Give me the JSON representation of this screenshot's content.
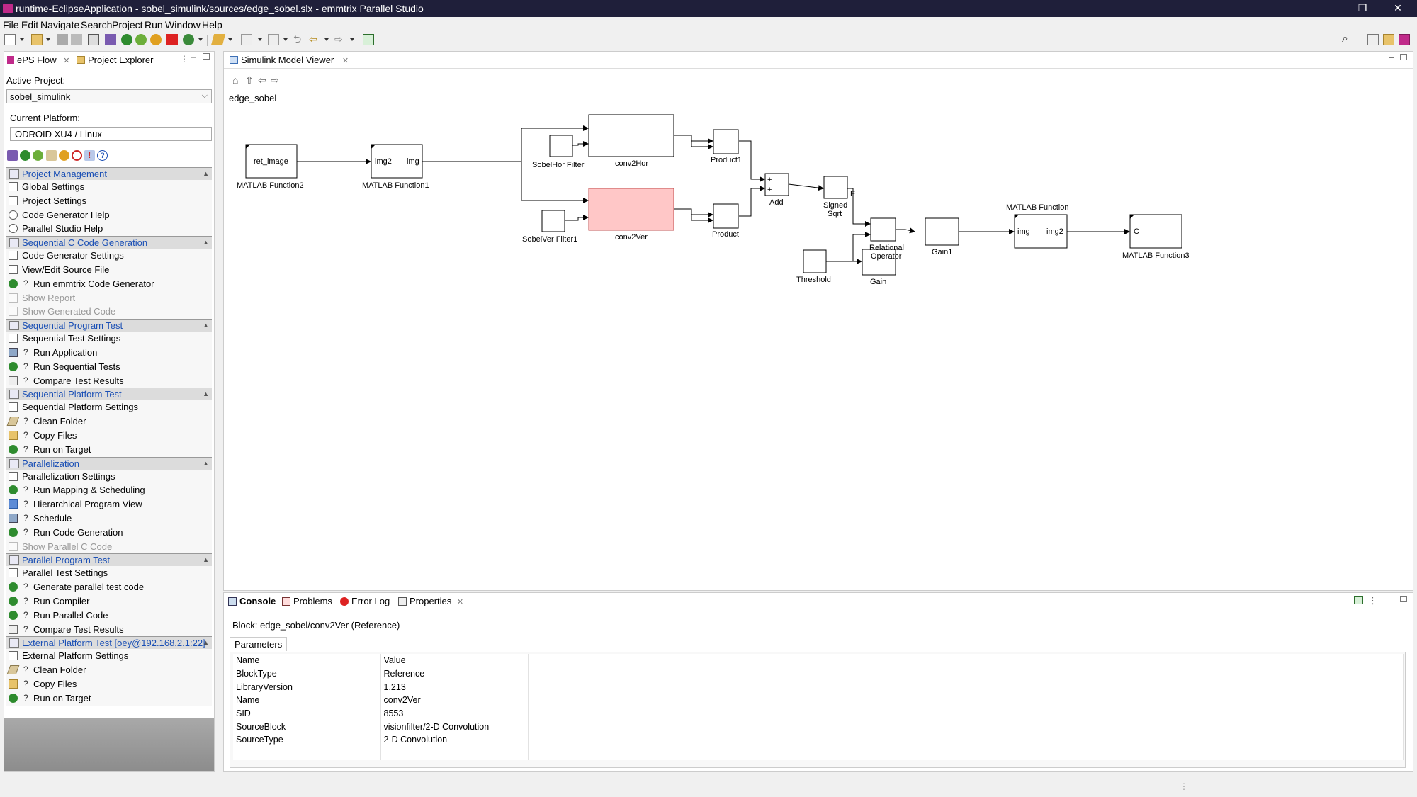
{
  "window": {
    "title": "runtime-EclipseApplication - sobel_simulink/sources/edge_sobel.slx - emmtrix Parallel Studio",
    "controls": [
      "–",
      "❐",
      "✕"
    ]
  },
  "menu": [
    "File",
    "Edit",
    "Navigate",
    "Search",
    "Project",
    "Run",
    "Window",
    "Help"
  ],
  "left_panel": {
    "tabs": [
      "ePS Flow",
      "Project Explorer"
    ],
    "active_project_label": "Active Project:",
    "active_project_value": "sobel_simulink",
    "current_platform_label": "Current Platform:",
    "current_platform_value": "ODROID XU4 / Linux",
    "sections": [
      {
        "title": "Project Management",
        "items": [
          {
            "label": "Global Settings",
            "icon": "settings-doc-icon",
            "q": false,
            "disabled": false
          },
          {
            "label": "Project Settings",
            "icon": "settings-doc-icon",
            "q": false,
            "disabled": false
          },
          {
            "label": "Code Generator Help",
            "icon": "help-icon",
            "q": false,
            "disabled": false
          },
          {
            "label": "Parallel Studio Help",
            "icon": "help-icon",
            "q": false,
            "disabled": false
          }
        ]
      },
      {
        "title": "Sequential C Code Generation",
        "items": [
          {
            "label": "Code Generator Settings",
            "icon": "settings-doc-icon",
            "q": false,
            "disabled": false
          },
          {
            "label": "View/Edit Source File",
            "icon": "edit-doc-icon",
            "q": false,
            "disabled": false
          },
          {
            "label": "Run emmtrix Code Generator",
            "icon": "run-icon",
            "q": true,
            "disabled": false
          },
          {
            "label": "Show Report",
            "icon": "report-icon",
            "q": false,
            "disabled": true
          },
          {
            "label": "Show Generated Code",
            "icon": "code-doc-icon",
            "q": false,
            "disabled": true
          }
        ]
      },
      {
        "title": "Sequential Program Test",
        "items": [
          {
            "label": "Sequential Test Settings",
            "icon": "settings-doc-icon",
            "q": false,
            "disabled": false
          },
          {
            "label": "Run Application",
            "icon": "monitor-icon",
            "q": true,
            "disabled": false
          },
          {
            "label": "Run Sequential Tests",
            "icon": "run-icon",
            "q": true,
            "disabled": false
          },
          {
            "label": "Compare Test Results",
            "icon": "compare-icon",
            "q": true,
            "disabled": false
          }
        ]
      },
      {
        "title": "Sequential Platform Test",
        "items": [
          {
            "label": "Sequential Platform Settings",
            "icon": "settings-doc-icon",
            "q": false,
            "disabled": false
          },
          {
            "label": "Clean Folder",
            "icon": "broom-icon",
            "q": true,
            "disabled": false
          },
          {
            "label": "Copy Files",
            "icon": "folder-icon",
            "q": true,
            "disabled": false
          },
          {
            "label": "Run on Target",
            "icon": "run-icon",
            "q": true,
            "disabled": false
          }
        ]
      },
      {
        "title": "Parallelization",
        "items": [
          {
            "label": "Parallelization Settings",
            "icon": "settings-doc-icon",
            "q": false,
            "disabled": false
          },
          {
            "label": "Run Mapping & Scheduling",
            "icon": "run-icon",
            "q": true,
            "disabled": false
          },
          {
            "label": "Hierarchical Program View",
            "icon": "hierarchy-icon",
            "q": true,
            "disabled": false
          },
          {
            "label": "Schedule",
            "icon": "schedule-icon",
            "q": true,
            "disabled": false
          },
          {
            "label": "Run Code Generation",
            "icon": "run-icon",
            "q": true,
            "disabled": false
          },
          {
            "label": "Show Parallel C Code",
            "icon": "code-doc-icon",
            "q": false,
            "disabled": true
          }
        ]
      },
      {
        "title": "Parallel Program Test",
        "items": [
          {
            "label": "Parallel Test Settings",
            "icon": "settings-doc-icon",
            "q": false,
            "disabled": false
          },
          {
            "label": "Generate parallel test code",
            "icon": "run-icon",
            "q": true,
            "disabled": false
          },
          {
            "label": "Run Compiler",
            "icon": "run-icon",
            "q": true,
            "disabled": false
          },
          {
            "label": "Run Parallel Code",
            "icon": "run-icon",
            "q": true,
            "disabled": false
          },
          {
            "label": "Compare Test Results",
            "icon": "compare-icon",
            "q": true,
            "disabled": false
          }
        ]
      },
      {
        "title": "External Platform Test [oey@192.168.2.1:22]",
        "items": [
          {
            "label": "External Platform Settings",
            "icon": "settings-doc-icon",
            "q": false,
            "disabled": false
          },
          {
            "label": "Clean Folder",
            "icon": "broom-icon",
            "q": true,
            "disabled": false
          },
          {
            "label": "Copy Files",
            "icon": "folder-icon",
            "q": true,
            "disabled": false
          },
          {
            "label": "Run on Target",
            "icon": "run-icon",
            "q": true,
            "disabled": false
          }
        ]
      }
    ]
  },
  "editor": {
    "tab_title": "Simulink Model Viewer",
    "model_path": "edge_sobel",
    "blocks": {
      "mf2_port": "ret_image",
      "mf2_name": "MATLAB Function2",
      "mf1_in": "img2",
      "mf1_out": "img",
      "mf1_name": "MATLAB Function1",
      "sobelhor_name": "SobelHor Filter",
      "conv2hor_name": "conv2Hor",
      "sobelver_name": "SobelVer Filter1",
      "conv2ver_name": "conv2Ver",
      "product1_name": "Product1",
      "product_name": "Product",
      "add_name": "Add",
      "add_sign1": "+",
      "add_sign2": "+",
      "sqrt_port": "E",
      "sqrt_name_line1": "Signed",
      "sqrt_name_line2": "Sqrt",
      "threshold_name": "Threshold",
      "gain_name": "Gain",
      "relop_name_line1": "Relational",
      "relop_name_line2": "Operator",
      "gain1_name": "Gain1",
      "mf_title": "MATLAB Function",
      "mf_in": "img",
      "mf_out": "img2",
      "mf3_port": "C",
      "mf3_name": "MATLAB Function3"
    },
    "colors": {
      "selected_block_fill": "#ffc7c7",
      "selected_block_stroke": "#c05050"
    }
  },
  "bottom_panel": {
    "tabs": [
      "Console",
      "Problems",
      "Error Log",
      "Properties"
    ],
    "block_info": "Block: edge_sobel/conv2Ver (Reference)",
    "params_tab": "Parameters",
    "params_header": [
      "Name",
      "Value"
    ],
    "params_rows": [
      [
        "BlockType",
        "Reference"
      ],
      [
        "LibraryVersion",
        "1.213"
      ],
      [
        "Name",
        "conv2Ver"
      ],
      [
        "SID",
        "8553"
      ],
      [
        "SourceBlock",
        "visionfilter/2-D Convolution"
      ],
      [
        "SourceType",
        "2-D Convolution"
      ]
    ]
  }
}
